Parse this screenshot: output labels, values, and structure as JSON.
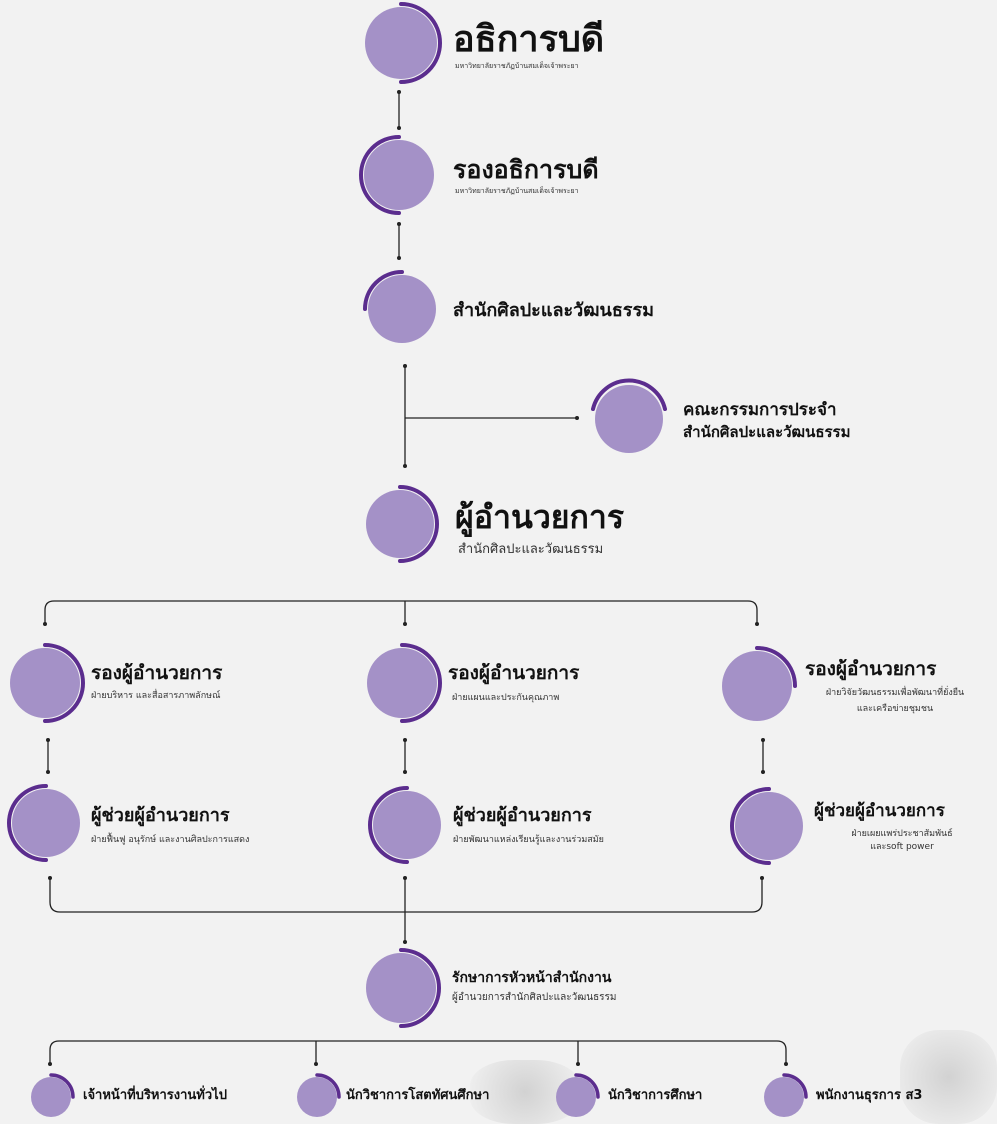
{
  "colors": {
    "circle": "#a491c7",
    "arc": "#5b2d8e",
    "line": "#222222",
    "background": "#f2f2f2"
  },
  "nodes": {
    "president": {
      "title": "อธิการบดี",
      "subtitle": "มหาวิทยาลัยราชภัฏบ้านสมเด็จเจ้าพระยา"
    },
    "vice_president": {
      "title": "รองอธิการบดี",
      "subtitle": "มหาวิทยาลัยราชภัฏบ้านสมเด็จเจ้าพระยา"
    },
    "office": {
      "title": "สำนักศิลปะและวัฒนธรรม"
    },
    "committee": {
      "title_line1": "คณะกรรมการประจำ",
      "title_line2": "สำนักศิลปะและวัฒนธรรม"
    },
    "director": {
      "title": "ผู้อำนวยการ",
      "subtitle": "สำนักศิลปะและวัฒนธรรม"
    },
    "deputy_1": {
      "title": "รองผู้อำนวยการ",
      "subtitle": "ฝ่ายบริหาร และสื่อสารภาพลักษณ์"
    },
    "deputy_2": {
      "title": "รองผู้อำนวยการ",
      "subtitle": "ฝ่ายแผนและประกันคุณภาพ"
    },
    "deputy_3": {
      "title": "รองผู้อำนวยการ",
      "subtitle_line1": "ฝ่ายวิจัยวัฒนธรรมเพื่อพัฒนาที่ยั่งยืน",
      "subtitle_line2": "และเครือข่ายชุมชน"
    },
    "assistant_1": {
      "title": "ผู้ช่วยผู้อำนวยการ",
      "subtitle": "ฝ่ายฟื้นฟู อนุรักษ์ และงานศิลปะการแสดง"
    },
    "assistant_2": {
      "title": "ผู้ช่วยผู้อำนวยการ",
      "subtitle": "ฝ่ายพัฒนาแหล่งเรียนรู้และงานร่วมสมัย"
    },
    "assistant_3": {
      "title": "ผู้ช่วยผู้อำนวยการ",
      "subtitle_line1": "ฝ่ายเผยแพร่ประชาสัมพันธ์",
      "subtitle_line2": "และsoft power"
    },
    "head": {
      "title": "รักษาการหัวหน้าสำนักงาน",
      "subtitle": "ผู้อำนวยการสำนักศิลปะและวัฒนธรรม"
    },
    "staff_1": {
      "title": "เจ้าหน้าที่บริหารงานทั่วไป"
    },
    "staff_2": {
      "title": "นักวิชาการโสตทัศนศึกษา"
    },
    "staff_3": {
      "title": "นักวิชาการศึกษา"
    },
    "staff_4": {
      "title": "พนักงานธุรการ ส3"
    }
  }
}
